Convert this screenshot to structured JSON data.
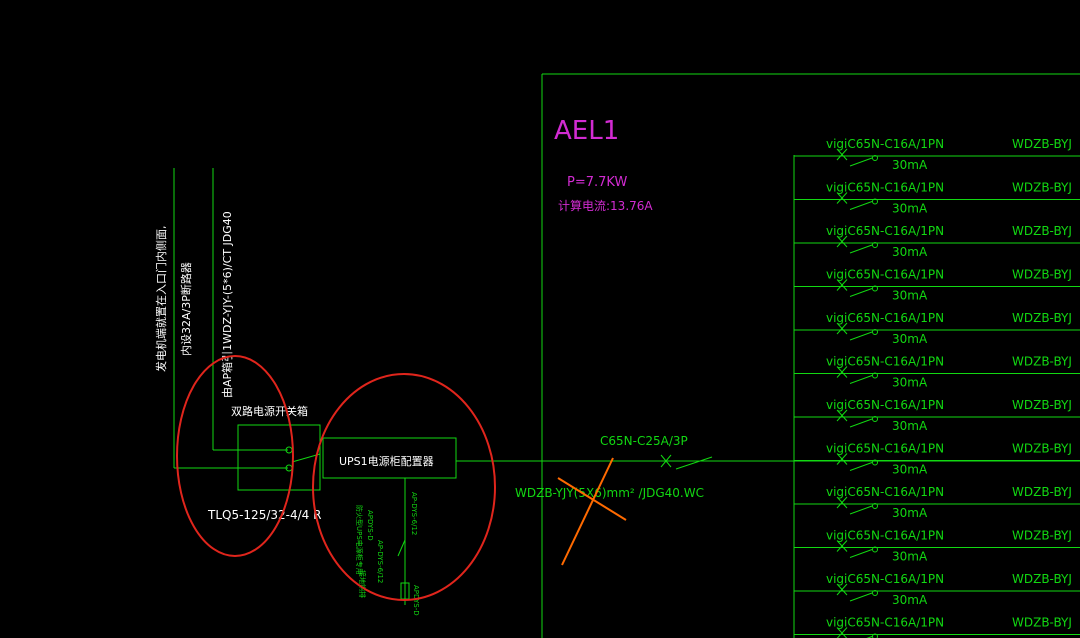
{
  "panel": {
    "name": "AEL1",
    "power": "P=7.7KW",
    "current": "计算电流:13.76A"
  },
  "incoming": {
    "note_a": "发电机端就置在入口门内侧面,",
    "note_b": "内设32A/3P断路器",
    "feeder": "由AP箱引1WDZ-YJY-(5*6)/CT JDG40",
    "switch_title": "双路电源开关箱",
    "switch_model": "TLQ5-125/32-4/4 R"
  },
  "ups": {
    "label": "UPS1电源柜配置器",
    "side_label_a": "AP-DYS-6/12",
    "side_label_b": "防火型UPS电源柜专用",
    "side_label_c": "APDYS-D",
    "side_label_d": "AP-DYS-6/12",
    "side_label_e": "接地铜排",
    "side_label_f": "APDYS-D"
  },
  "main_breaker": {
    "label": "C65N-C25A/3P",
    "cable": "WDZB-YJY(5X6)mm²   /JDG40.WC"
  },
  "branches": {
    "breaker": "vigiC65N-C16A/1PN",
    "leakage": "30mA",
    "cable": "WDZB-BYJ",
    "count_visible": 12
  },
  "colors": {
    "line": "#12d812",
    "magenta": "#d22bd2",
    "annotation_red": "#e0251c",
    "annotation_orange": "#ff6a00",
    "text": "#ffffff"
  }
}
